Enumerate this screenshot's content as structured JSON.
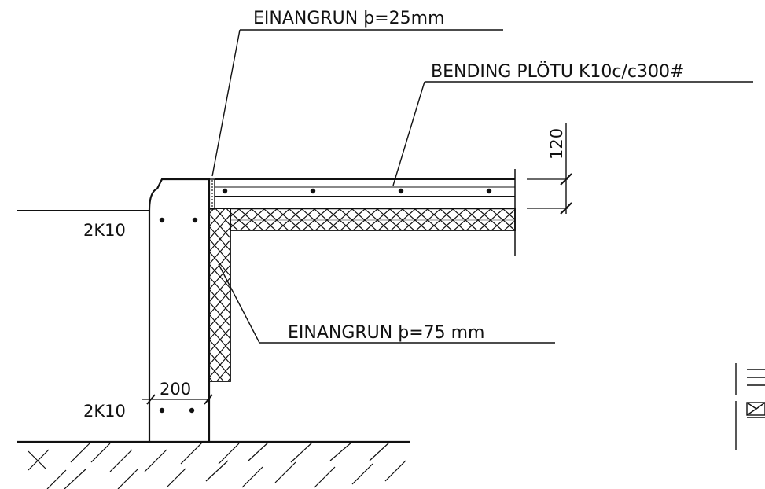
{
  "labels": {
    "insulation_top": "EINANGRUN þ=25mm",
    "slab_reinforcement": "BENDING PLÖTU K10c/c300#",
    "dimension_thickness": "120",
    "edge_bars_top": "2K10",
    "insulation_wall": "EINANGRUN þ=75 mm",
    "footing_width": "200",
    "edge_bars_bottom": "2K10"
  },
  "colors": {
    "line": "#111111",
    "background": "#ffffff"
  }
}
